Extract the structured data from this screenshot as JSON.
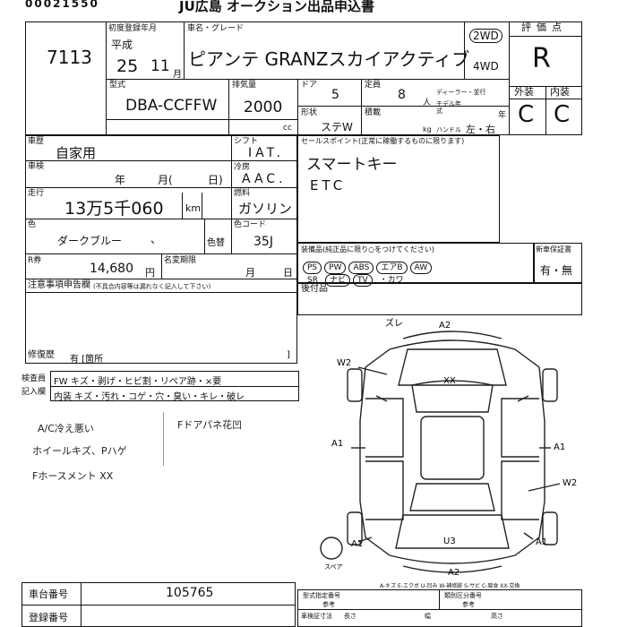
{
  "header": {
    "serial": "00021550",
    "title": "JU広島 オークション出品申込書"
  },
  "lot": {
    "number": "7113"
  },
  "registration": {
    "label": "初度登録年月",
    "era": "平成",
    "year": "25",
    "month": "11",
    "month_unit": "月"
  },
  "car_name": {
    "label": "車名・グレード",
    "value": "ピアンテ GRANZスカイアクティブ"
  },
  "drive": {
    "two_wd": "2WD",
    "four_wd": "4WD"
  },
  "score": {
    "label": "評価点",
    "value": "R",
    "exterior_label": "外装",
    "interior_label": "内装",
    "exterior": "C",
    "interior": "C"
  },
  "model": {
    "label": "型式",
    "value": "DBA-CCFFW"
  },
  "displacement": {
    "label": "排気量",
    "value": "2000",
    "unit": "cc"
  },
  "doors": {
    "label": "ドア",
    "value": "5"
  },
  "capacity": {
    "label": "定員",
    "value": "8",
    "unit": "人"
  },
  "dealer": {
    "label": "ディーラー・並行"
  },
  "year_model": {
    "label": "モデル年式",
    "unit": "年"
  },
  "body": {
    "label": "形状",
    "value": "ステW"
  },
  "load": {
    "label": "積載",
    "unit": "kg"
  },
  "handle": {
    "label": "ハンドル",
    "value": "左・右"
  },
  "history": {
    "label": "車歴",
    "value": "自家用"
  },
  "inspection": {
    "label": "車検",
    "year_unit": "年",
    "month_unit": "月(",
    "day_unit": "日)"
  },
  "mileage": {
    "label": "走行",
    "value": "13万5千060",
    "unit": "km"
  },
  "shift": {
    "label": "シフト",
    "value": "IAT."
  },
  "ac": {
    "label": "冷房",
    "value": "AAC."
  },
  "fuel": {
    "label": "燃料",
    "value": "ガソリン"
  },
  "color": {
    "label": "色",
    "value": "ダークブルー",
    "dot": "、",
    "swap_label": "色替"
  },
  "color_code": {
    "label": "色コード",
    "value": "35J"
  },
  "recycle": {
    "label": "R券",
    "value": "14,680",
    "unit": "円"
  },
  "name_change": {
    "label": "名変期限",
    "month_unit": "月",
    "day_unit": "日"
  },
  "selling_points": {
    "label": "セールスポイント(正常に稼働するものに限ります)",
    "items": [
      "スマートキー",
      "ETC"
    ]
  },
  "equipment": {
    "label": "装備品(純正品に限り○をつけてください)",
    "row1": [
      "PS",
      "PW",
      "ABS",
      "エアB",
      "AW"
    ],
    "row2": [
      "SR",
      "ナビ",
      "TV",
      "・カワ"
    ]
  },
  "new_warranty": {
    "label": "新車保証書",
    "value": "有・無"
  },
  "notes": {
    "label": "注意事項申告欄",
    "sub": "(不具合内容等は漏れなく記入して下さい)"
  },
  "repair": {
    "label": "修復歴",
    "value": "有 [箇所",
    "close": "]"
  },
  "after_items": {
    "label": "後付品"
  },
  "inspector": {
    "label1": "検査員",
    "label2": "記入欄",
    "row1": "FW キズ・剥げ・ヒビ割・リペア跡・×要",
    "row2": "内装 キズ・汚れ・コゲ・穴・臭い・キレ・破レ"
  },
  "handwritten": {
    "line1": "A/C冷え悪い",
    "line2": "ホイールキズ、Pハゲ",
    "line3": "Fホースメント XX",
    "right": "Fドアパネ花凹"
  },
  "diagram_marks": {
    "spare": "ズレ",
    "a2_top": "A2",
    "w2_left": "W2",
    "xx": "XX",
    "a1_left": "A1",
    "a1_right": "A1",
    "w2_right": "W2",
    "a1_bl": "A1",
    "u3": "U3",
    "a2_bottom": "A2",
    "a1_br": "A1",
    "spare_tire": "スペア"
  },
  "legend": "A-キズ E-エクボ U-凹み W-補修跡 S-サビ C-腐食 XX-交換",
  "chassis": {
    "label": "車台番号",
    "value": "105765"
  },
  "plate": {
    "label": "登録番号"
  },
  "bottom": {
    "cert_label": "型式指定番号",
    "class_label": "類別区分番号",
    "ref": "参考",
    "length_label": "車検証寸法",
    "length": "長さ",
    "width": "幅",
    "height": "高さ"
  }
}
